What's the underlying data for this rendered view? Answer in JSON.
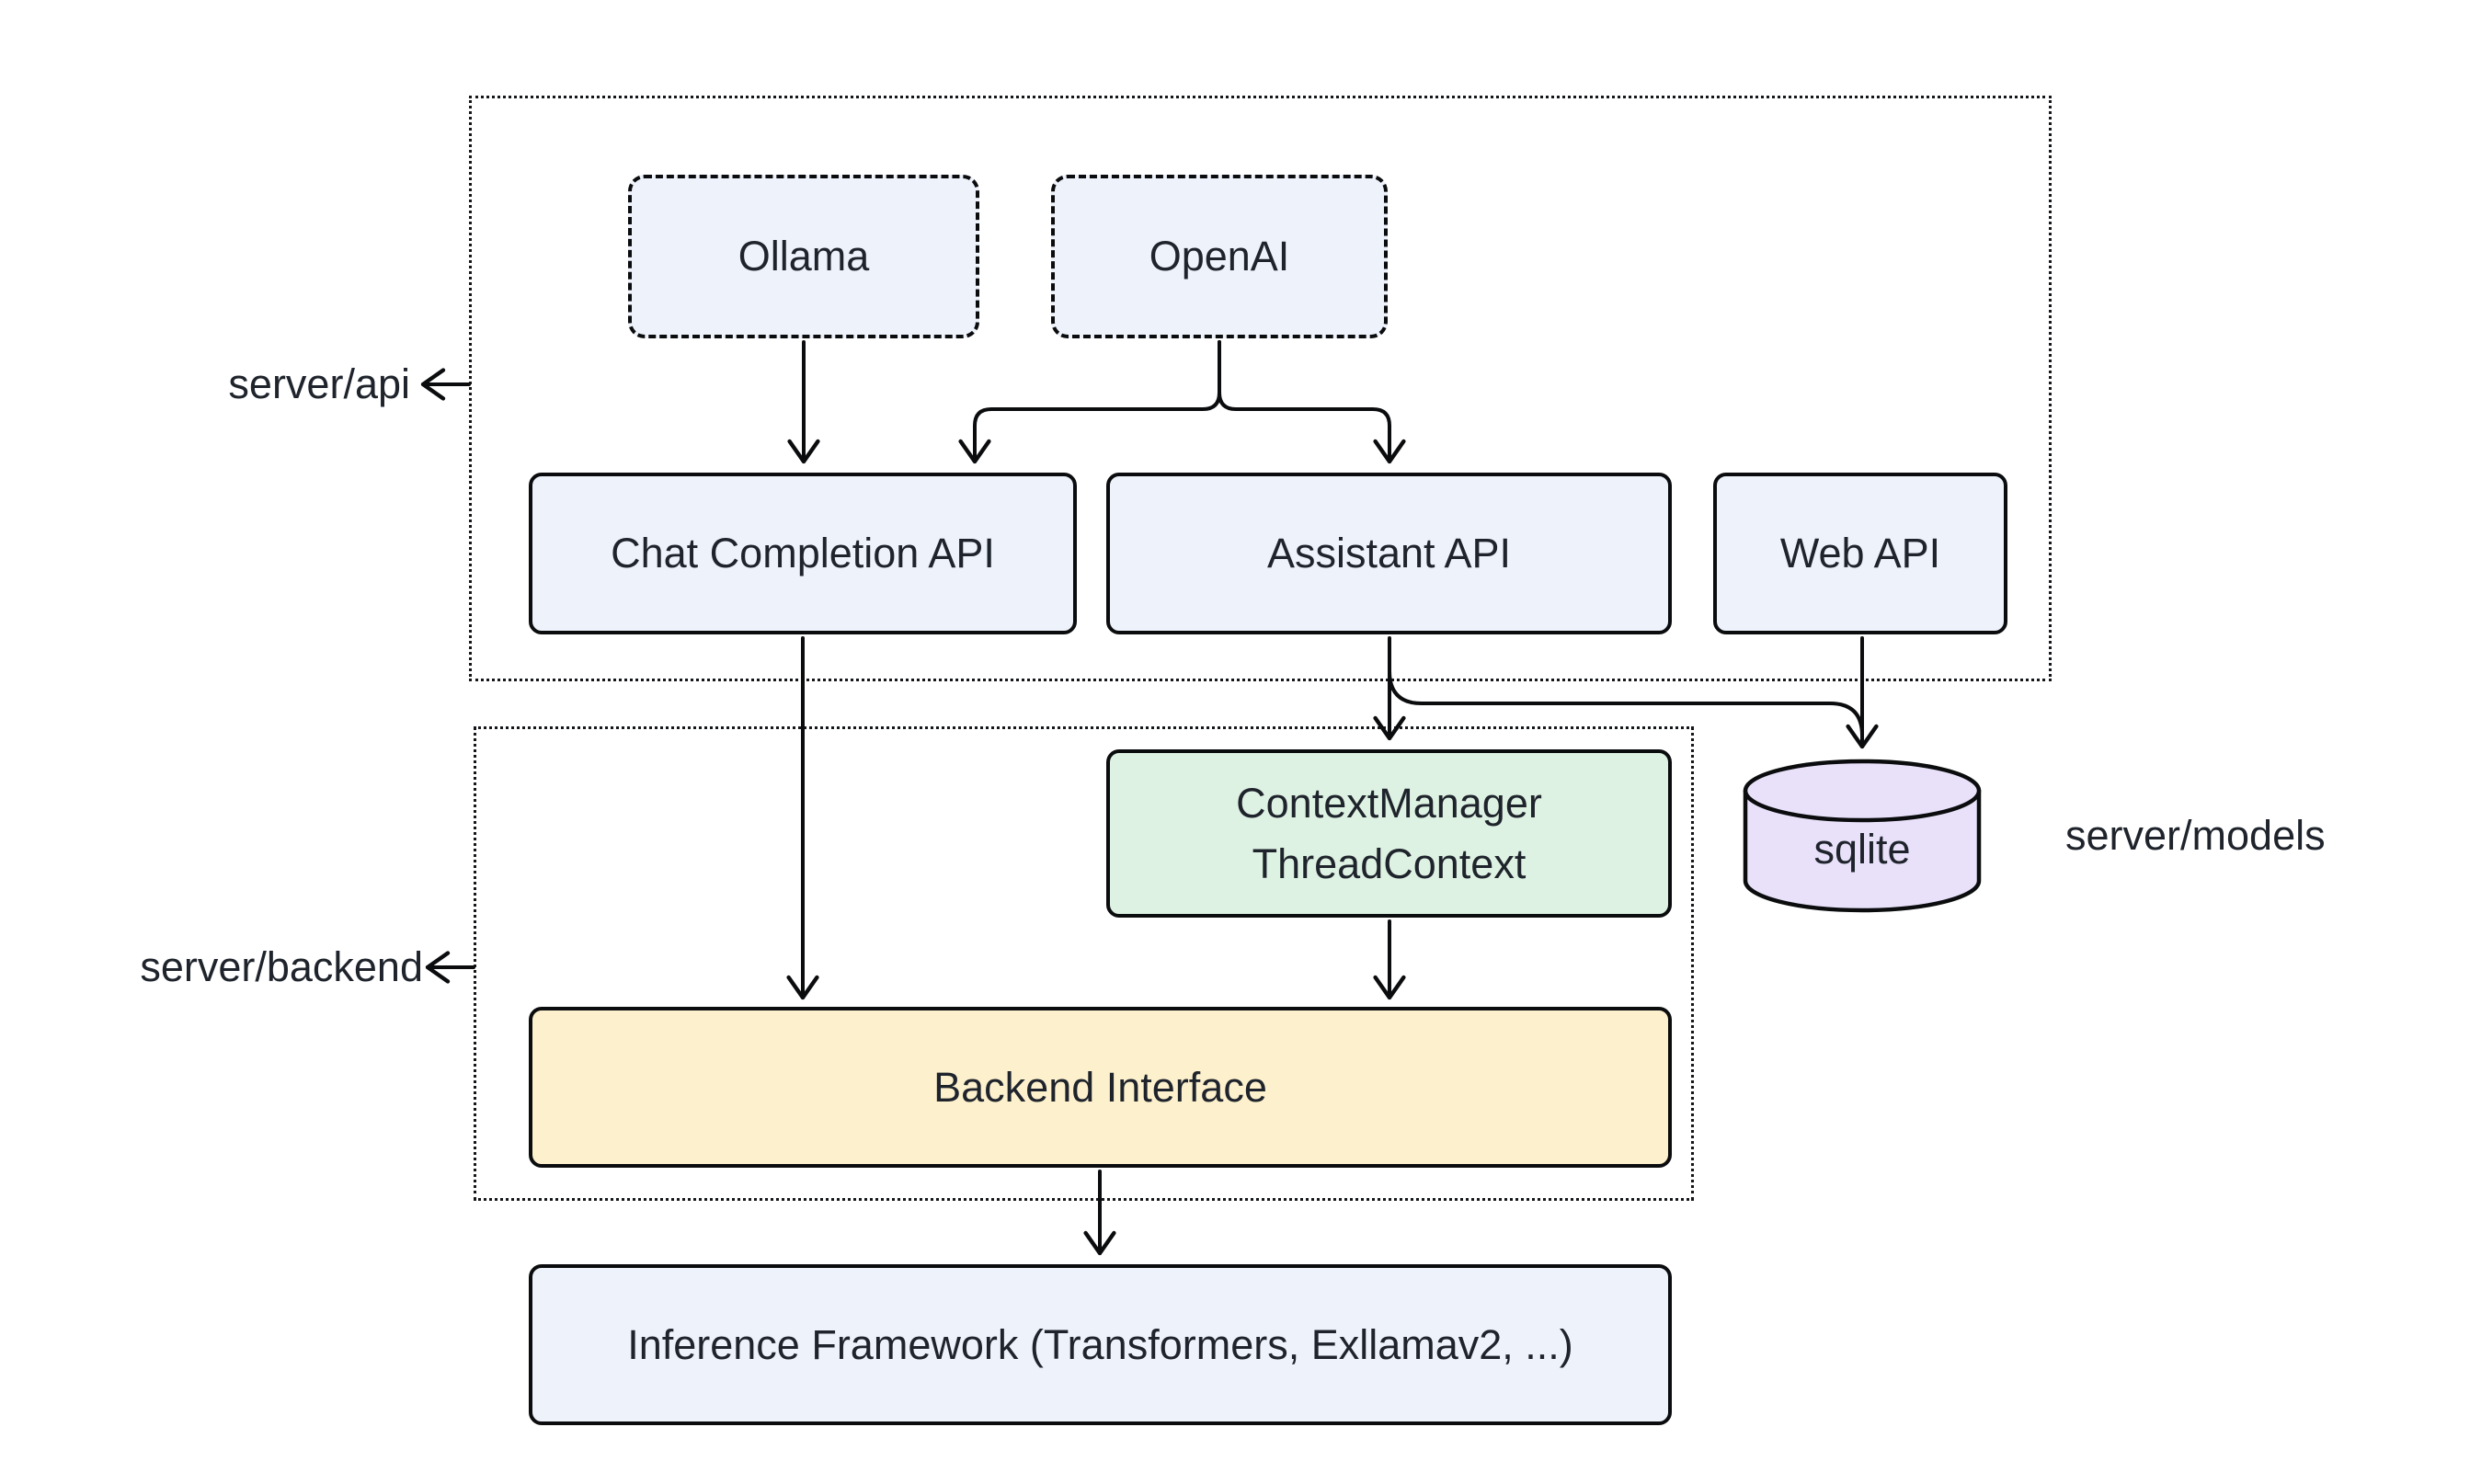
{
  "diagram": {
    "colors": {
      "background": "#ffffff",
      "stroke": "#0b0c0e",
      "text": "#1f242c",
      "node_blue": "#eef2fb",
      "node_green": "#def2e3",
      "node_yellow": "#fdf0cd",
      "node_purple": "#e9e1fa"
    },
    "groups": {
      "api": {
        "label": "server/api"
      },
      "backend": {
        "label": "server/backend"
      }
    },
    "external_labels": {
      "models": "server/models"
    },
    "nodes": {
      "ollama": {
        "label": "Ollama"
      },
      "openai": {
        "label": "OpenAI"
      },
      "chat": {
        "label": "Chat Completion API"
      },
      "assistant": {
        "label": "Assistant API"
      },
      "web": {
        "label": "Web API"
      },
      "context": {
        "lines": [
          "ContextManager",
          "ThreadContext"
        ]
      },
      "sqlite": {
        "label": "sqlite"
      },
      "backend_interface": {
        "label": "Backend Interface"
      },
      "inference": {
        "label": "Inference Framework (Transformers, Exllamav2, ...)"
      }
    },
    "edges": [
      {
        "from": "Ollama",
        "to": "Chat Completion API"
      },
      {
        "from": "OpenAI",
        "to": "Chat Completion API"
      },
      {
        "from": "OpenAI",
        "to": "Assistant API"
      },
      {
        "from": "Chat Completion API",
        "to": "Backend Interface"
      },
      {
        "from": "Assistant API",
        "to": "ContextManager ThreadContext"
      },
      {
        "from": "Assistant API",
        "to": "sqlite"
      },
      {
        "from": "Web API",
        "to": "sqlite"
      },
      {
        "from": "ContextManager ThreadContext",
        "to": "Backend Interface"
      },
      {
        "from": "Backend Interface",
        "to": "Inference Framework (Transformers, Exllamav2, ...)"
      }
    ]
  }
}
